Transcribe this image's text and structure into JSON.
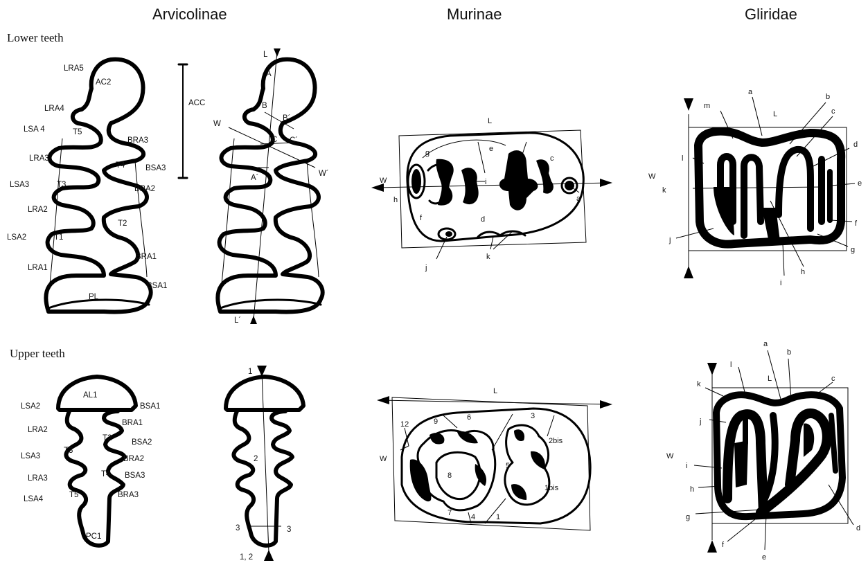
{
  "headers": {
    "arvicolinae": "Arvicolinae",
    "murinae": "Murinae",
    "gliridae": "Gliridae"
  },
  "rows": {
    "lower": "Lower teeth",
    "upper": "Upper teeth"
  },
  "arv_lower_left": {
    "LRA5": "LRA5",
    "AC2": "AC2",
    "LRA4": "LRA4",
    "LSA4": "LSA 4",
    "T5": "T5",
    "BRA3": "BRA3",
    "LRA3": "LRA3",
    "T4": "T4",
    "BSA3": "BSA3",
    "LSA3": "LSA3",
    "T3": "T3",
    "BRA2": "BRA2",
    "LRA2": "LRA2",
    "T2": "T2",
    "LSA2": "LSA2",
    "T1": "T1",
    "BRA1": "BRA1",
    "LRA1": "LRA1",
    "BSA1": "BSA1",
    "PL": "PL",
    "ACC": "ACC"
  },
  "arv_lower_right": {
    "L": "L",
    "A": "A",
    "B": "B",
    "Bp": "B´",
    "W": "W",
    "C": "C",
    "Cp": "C´",
    "Ap": "A´",
    "Wp": "W´",
    "Lp": "L´"
  },
  "arv_upper_left": {
    "AL1": "AL1",
    "LSA2": "LSA2",
    "BSA1": "BSA1",
    "BRA1": "BRA1",
    "LRA2": "LRA2",
    "T2": "T2",
    "BSA2": "BSA2",
    "LSA3": "LSA3",
    "T3": "T3",
    "BRA2": "BRA2",
    "T4": "T4",
    "LRA3": "LRA3",
    "BSA3": "BSA3",
    "LSA4": "LSA4",
    "T5": "T5",
    "BRA3": "BRA3",
    "PC1": "PC1"
  },
  "arv_upper_right": {
    "n1": "1",
    "n2": "2",
    "n3a": "3",
    "n3b": "3",
    "n12": "1, 2"
  },
  "mur_lower": {
    "L": "L",
    "W": "W",
    "a": "a",
    "c": "c",
    "d": "d",
    "e": "e",
    "f": "f",
    "g": "g",
    "h": "h",
    "i": "i",
    "j": "j",
    "k": "k"
  },
  "mur_upper": {
    "L": "L",
    "W": "W",
    "n1": "1",
    "n1bis": "1bis",
    "n2bis": "2bis",
    "n3": "3",
    "n4": "4",
    "n5": "5",
    "n6": "6",
    "n7": "7",
    "n8": "8",
    "n9": "9",
    "n12": "12"
  },
  "gli_lower": {
    "a": "a",
    "b": "b",
    "c": "c",
    "d": "d",
    "e": "e",
    "f": "f",
    "g": "g",
    "h": "h",
    "i": "i",
    "j": "j",
    "k": "k",
    "l": "l",
    "m": "m",
    "L": "L",
    "W": "W"
  },
  "gli_upper": {
    "a": "a",
    "b": "b",
    "c": "c",
    "d": "d",
    "e": "e",
    "f": "f",
    "g": "g",
    "h": "h",
    "i": "i",
    "j": "j",
    "k": "k",
    "l": "l",
    "L": "L",
    "W": "W"
  }
}
